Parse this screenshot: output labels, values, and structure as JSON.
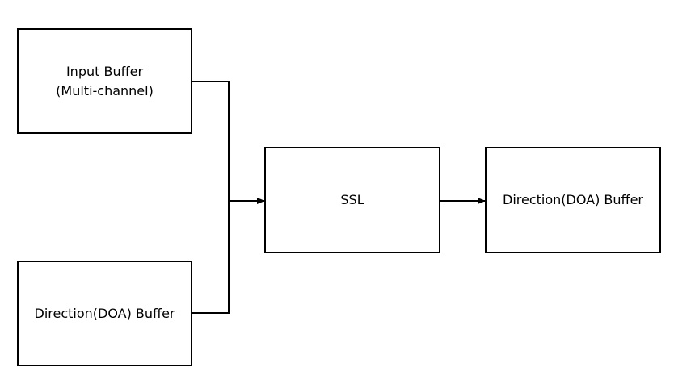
{
  "colors": {
    "stroke": "#000000",
    "background": "#ffffff",
    "text": "#000000"
  },
  "nodes": {
    "input_buffer": {
      "line1": "Input Buffer",
      "line2": "(Multi-channel)"
    },
    "doa_buffer_input": {
      "label": "Direction(DOA) Buffer"
    },
    "ssl": {
      "label": "SSL"
    },
    "doa_buffer_output": {
      "label": "Direction(DOA) Buffer"
    }
  },
  "edges": [
    {
      "from": "input_buffer",
      "to": "ssl"
    },
    {
      "from": "doa_buffer_input",
      "to": "ssl"
    },
    {
      "from": "ssl",
      "to": "doa_buffer_output"
    }
  ]
}
